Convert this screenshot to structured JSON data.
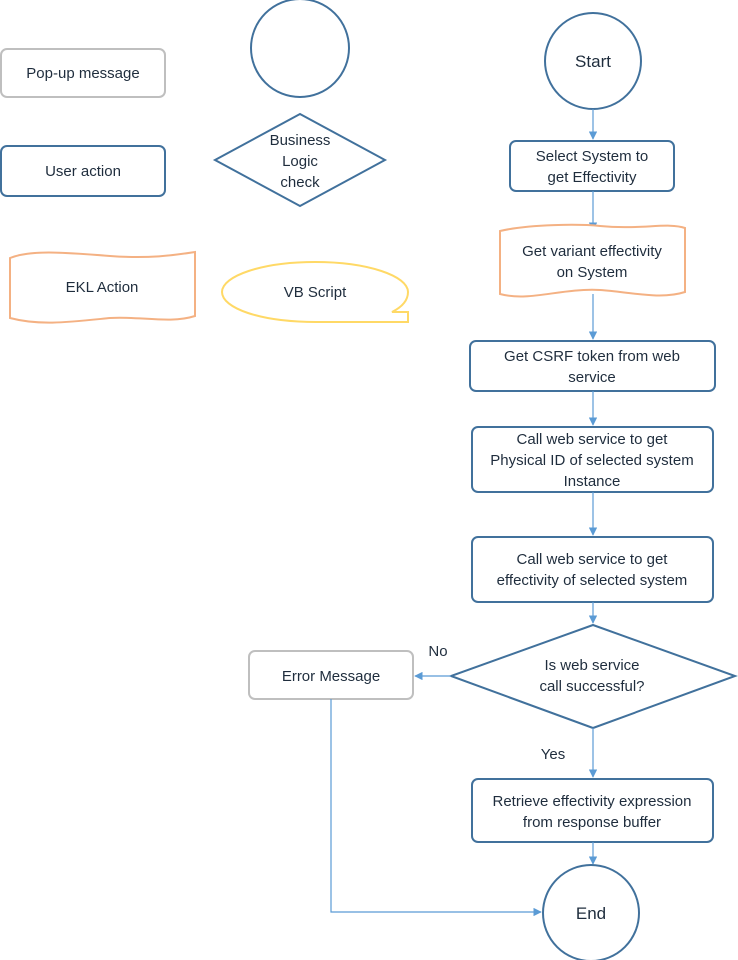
{
  "legend": {
    "popup": "Pop-up message",
    "user_action": "User action",
    "business_logic": [
      "Business",
      "Logic",
      "check"
    ],
    "ekl_action": "EKL Action",
    "vb_script": "VB Script"
  },
  "flow": {
    "start": "Start",
    "step1": [
      "Select System to",
      "get Effectivity"
    ],
    "step2": [
      "Get variant effectivity",
      "on System"
    ],
    "step3": [
      "Get CSRF token from web",
      "service"
    ],
    "step4": [
      "Call web service to get",
      "Physical ID of selected system",
      "Instance"
    ],
    "step5": [
      "Call web service to get",
      "effectivity of selected system"
    ],
    "decision": [
      "Is web service",
      "call successful?"
    ],
    "no_label": "No",
    "yes_label": "Yes",
    "error": "Error Message",
    "step6": [
      "Retrieve effectivity expression",
      "from  response buffer"
    ],
    "end": "End"
  },
  "colors": {
    "line": "#5b9bd5",
    "blue_border": "#41719c",
    "gray_border": "#bfbfbf",
    "orange_border": "#f4b183",
    "yellow_border": "#ffd966"
  }
}
